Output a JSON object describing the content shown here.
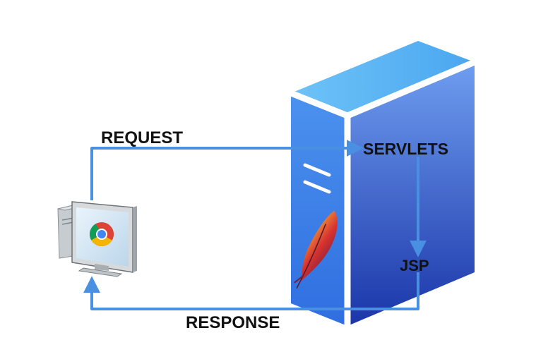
{
  "labels": {
    "request": "REQUEST",
    "servlets": "SERVLETS",
    "jsp": "JSP",
    "response": "RESPONSE"
  },
  "icons": {
    "client": "desktop-computer-icon",
    "browser": "chrome-browser-icon",
    "server": "server-tower-icon",
    "server_logo": "apache-feather-icon"
  },
  "colors": {
    "arrow": "#4a90e2",
    "server_front": "#3f7fe6",
    "server_side": "#1f3fae",
    "server_top": "#5fb4f5",
    "label_text": "#111111",
    "feather": "#c4202d"
  }
}
